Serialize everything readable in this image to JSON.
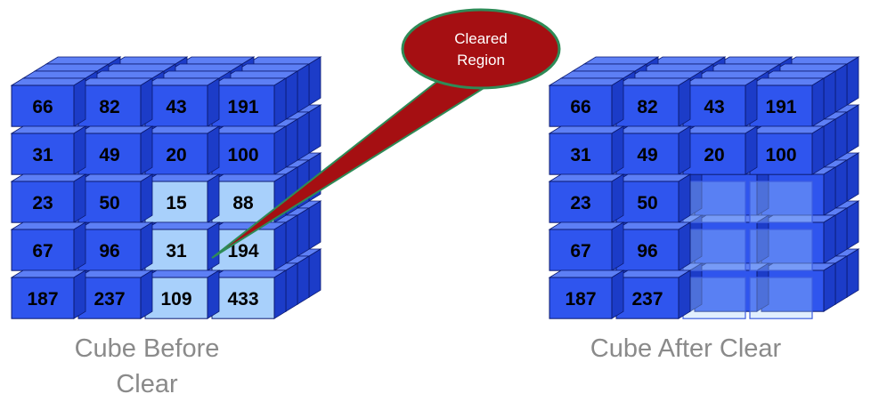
{
  "callout": {
    "line1": "Cleared",
    "line2": "Region"
  },
  "cube_before": {
    "caption_line1": "Cube Before",
    "caption_line2": "Clear",
    "rows": [
      [
        "66",
        "82",
        "43",
        "191"
      ],
      [
        "31",
        "49",
        "20",
        "100"
      ],
      [
        "23",
        "50",
        "15",
        "88"
      ],
      [
        "67",
        "96",
        "31",
        "194"
      ],
      [
        "187",
        "237",
        "109",
        "433"
      ]
    ]
  },
  "cube_after": {
    "caption": "Cube After Clear",
    "rows": [
      [
        "66",
        "82",
        "43",
        "191"
      ],
      [
        "31",
        "49",
        "20",
        "100"
      ],
      [
        "23",
        "50",
        "",
        ""
      ],
      [
        "67",
        "96",
        "",
        ""
      ],
      [
        "187",
        "237",
        "",
        ""
      ]
    ]
  },
  "colors": {
    "cell_front": "#2f55ee",
    "cell_top": "#5d7ff5",
    "cell_side": "#1c3cc8",
    "cleared_front": "#a8d0fb",
    "callout_fill": "#a50f12",
    "callout_stroke": "#2e8b57",
    "caption_text": "#8a8a8a"
  }
}
